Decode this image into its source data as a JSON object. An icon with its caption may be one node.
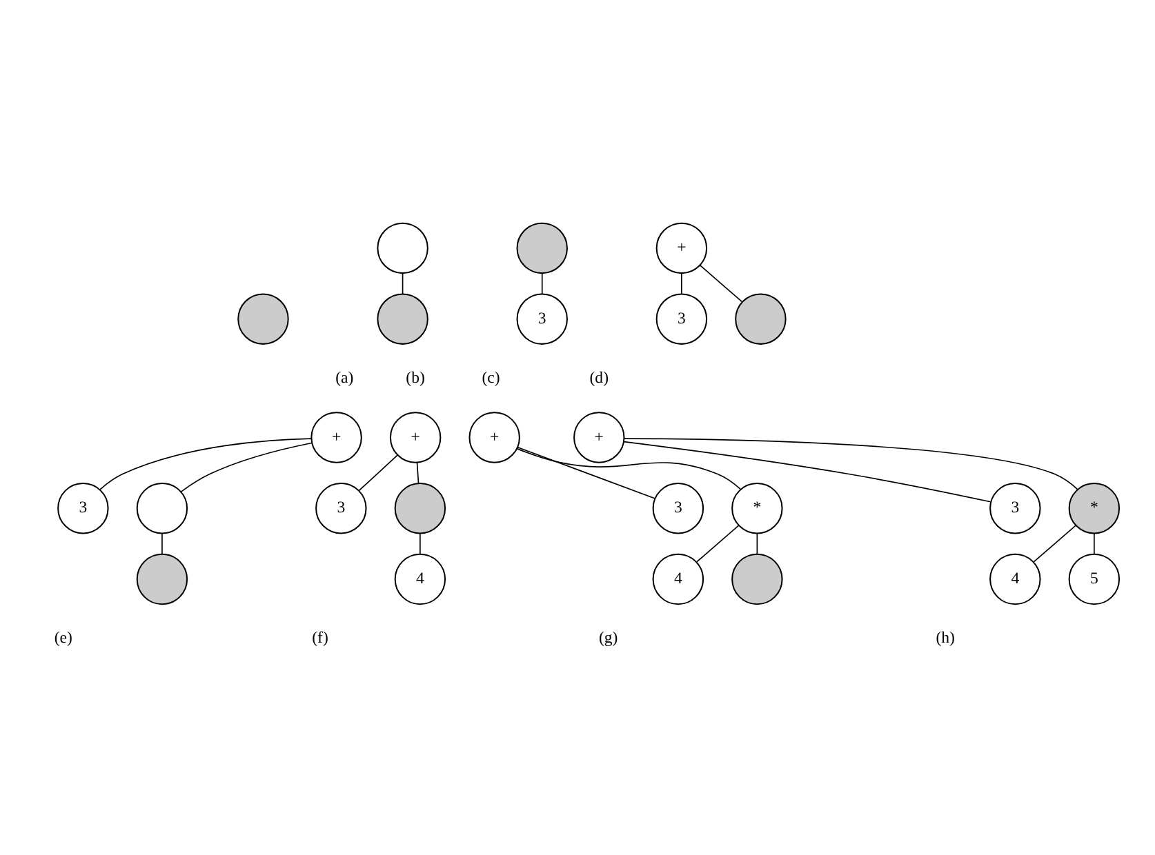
{
  "diagram": {
    "nodes": [
      {
        "text": [],
        "shape": "circle"
      },
      {
        "text": [],
        "shape": "circle"
      },
      {
        "text": [],
        "shape": "circle"
      },
      {
        "text": [],
        "shape": "circle"
      },
      {
        "text": [
          "3"
        ]
      },
      {
        "text": [
          "+"
        ]
      },
      {
        "text": [
          "3"
        ]
      },
      {
        "text": [],
        "shape": "circle"
      },
      {
        "text": [
          "+"
        ]
      },
      {
        "text": [
          "3"
        ]
      },
      {
        "text": [],
        "shape": "circle"
      },
      {
        "text": [],
        "shape": "circle"
      },
      {
        "text": [
          "+"
        ]
      },
      {
        "text": [
          "3"
        ]
      },
      {
        "text": [],
        "shape": "circle"
      },
      {
        "text": [
          "4"
        ]
      },
      {
        "text": [
          "+"
        ]
      },
      {
        "text": [
          "3"
        ]
      },
      {
        "text": [
          "*"
        ]
      },
      {
        "text": [
          "4"
        ]
      },
      {
        "text": [],
        "shape": "circle"
      },
      {
        "text": [
          "+"
        ]
      },
      {
        "text": [
          "3"
        ]
      },
      {
        "text": [
          "*"
        ]
      },
      {
        "text": [
          "4"
        ]
      },
      {
        "text": [
          "5"
        ]
      }
    ],
    "edges": [
      {
        "from": 1,
        "to": 2,
        "arrow": "none"
      },
      {
        "from": 3,
        "to": 4,
        "arrow": "none"
      },
      {
        "from": 5,
        "to": 6,
        "arrow": "none"
      },
      {
        "from": 5,
        "to": 7,
        "arrow": "none"
      },
      {
        "from": 8,
        "to": 9,
        "arrow": "none"
      },
      {
        "from": 8,
        "to": 10,
        "arrow": "none"
      },
      {
        "from": 10,
        "to": 11,
        "arrow": "none"
      },
      {
        "from": 12,
        "to": 13,
        "arrow": "none"
      },
      {
        "from": 12,
        "to": 14,
        "arrow": "none"
      },
      {
        "from": 14,
        "to": 15,
        "arrow": "none"
      },
      {
        "from": 16,
        "to": 17,
        "arrow": "none"
      },
      {
        "from": 16,
        "to": 18,
        "arrow": "none"
      },
      {
        "from": 18,
        "to": 19,
        "arrow": "none"
      },
      {
        "from": 18,
        "to": 20,
        "arrow": "none"
      },
      {
        "from": 21,
        "to": 22,
        "arrow": "none"
      },
      {
        "from": 21,
        "to": 23,
        "arrow": "none"
      },
      {
        "from": 23,
        "to": 24,
        "arrow": "none"
      },
      {
        "from": 23,
        "to": 25,
        "arrow": "none"
      }
    ],
    "labels": [
      "(a)",
      "(b)",
      "(c)",
      "(d)",
      "(e)",
      "(f)",
      "(g)",
      "(h)"
    ]
  }
}
